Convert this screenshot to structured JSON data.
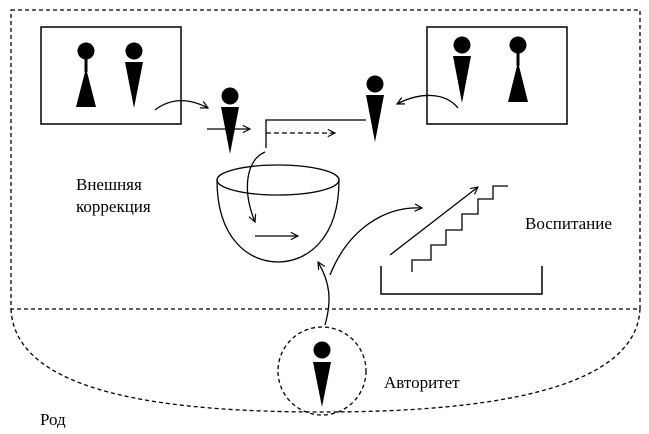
{
  "labels": {
    "external_correction_line1": "Внешняя",
    "external_correction_line2": "коррекция",
    "upbringing": "Воспитание",
    "authority": "Авторитет",
    "lineage": "Род"
  },
  "figures": {
    "left_box": [
      "female",
      "male"
    ],
    "right_box": [
      "male",
      "female"
    ],
    "center_left": "male",
    "center_right": "male",
    "authority_circle": "male"
  },
  "colors": {
    "ink": "#000000",
    "background": "#ffffff"
  }
}
